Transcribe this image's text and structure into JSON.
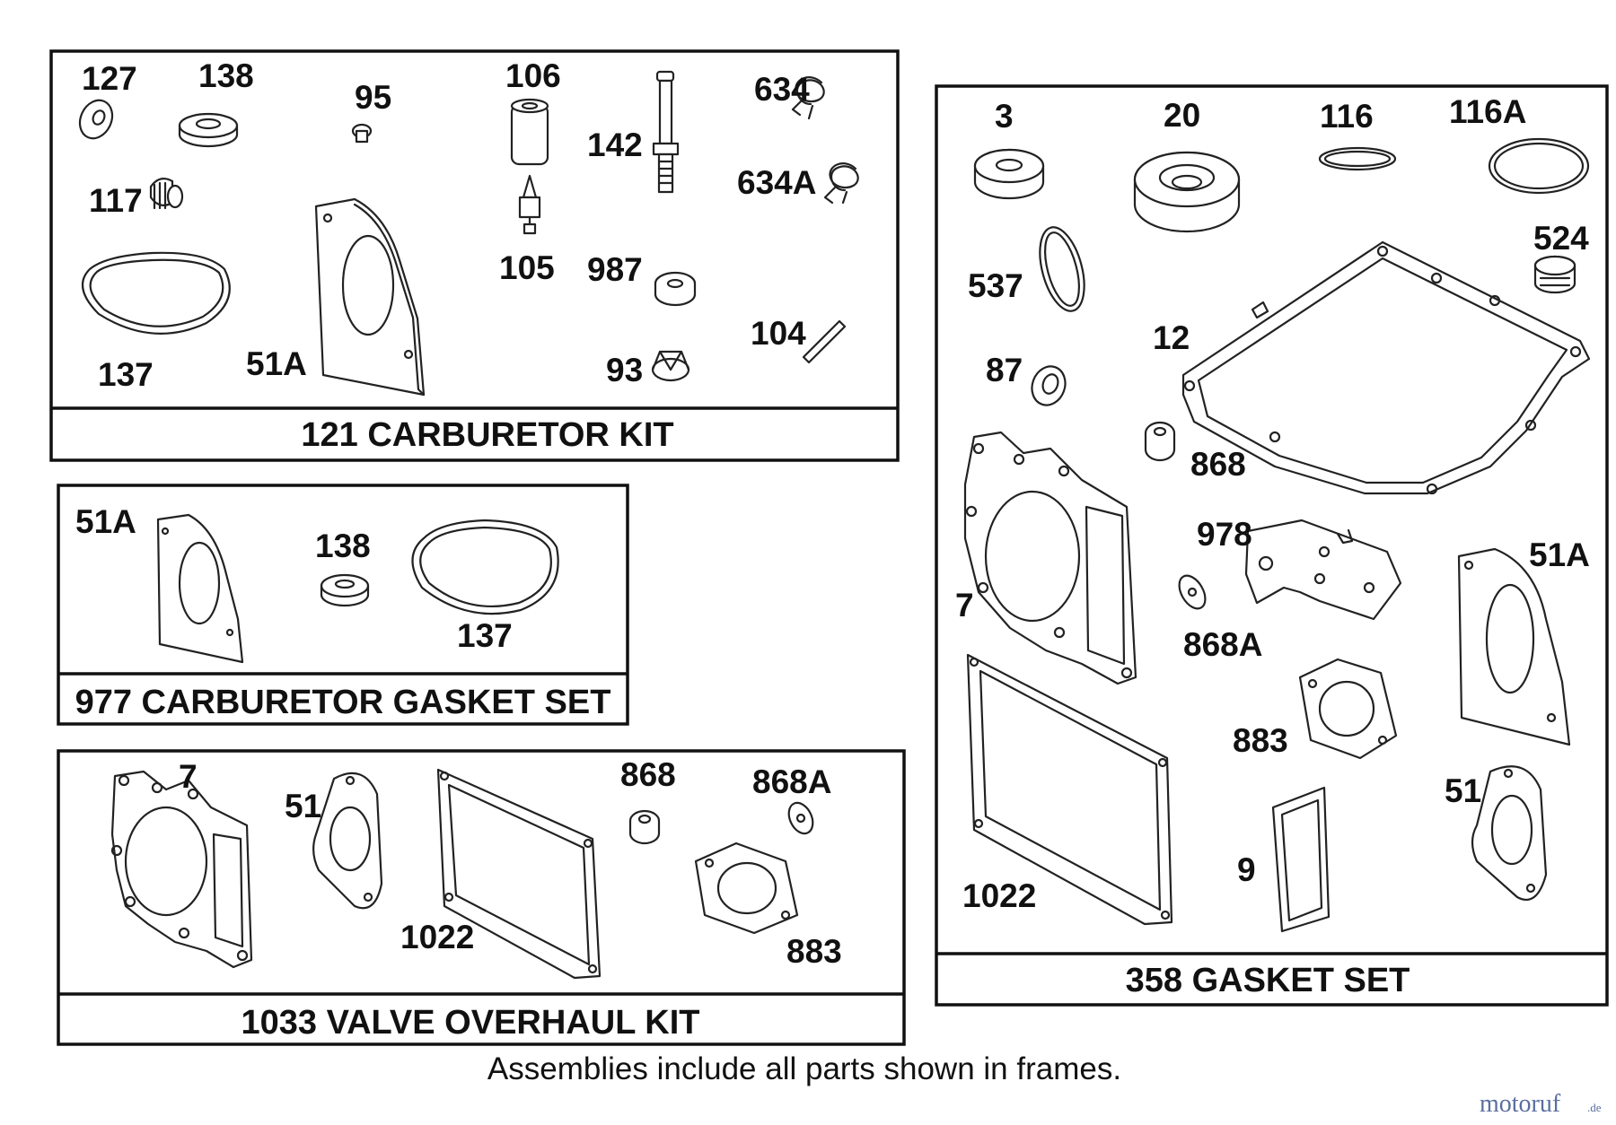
{
  "frames": {
    "carb_kit": {
      "title": "121 CARBURETOR KIT",
      "labels": [
        "127",
        "138",
        "95",
        "106",
        "634",
        "117",
        "142",
        "634A",
        "105",
        "987",
        "104",
        "137",
        "51A",
        "93"
      ]
    },
    "carb_gasket": {
      "title": "977 CARBURETOR GASKET SET",
      "labels": [
        "51A",
        "138",
        "137"
      ]
    },
    "valve_kit": {
      "title": "1033 VALVE OVERHAUL KIT",
      "labels": [
        "7",
        "51",
        "868",
        "868A",
        "1022",
        "883"
      ]
    },
    "gasket_set": {
      "title": "358 GASKET SET",
      "labels": [
        "3",
        "20",
        "116",
        "116A",
        "524",
        "537",
        "12",
        "87",
        "868",
        "978",
        "51A",
        "7",
        "868A",
        "883",
        "51",
        "9",
        "1022"
      ]
    }
  },
  "footer": "Assemblies include all parts shown in frames.",
  "watermark": {
    "main": "motoruf",
    "suffix": ".de"
  }
}
